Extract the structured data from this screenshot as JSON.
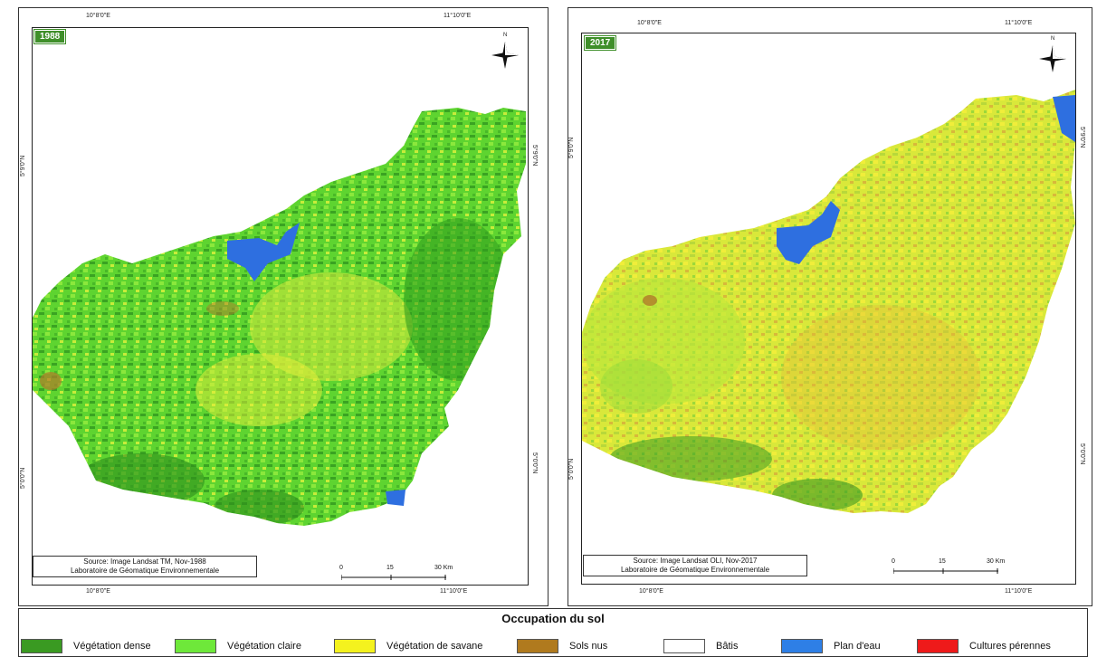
{
  "left_map": {
    "year": "1988",
    "top_coord_left": "10°8'0\"E",
    "top_coord_right": "11°10'0\"E",
    "bottom_coord_left": "10°8'0\"E",
    "bottom_coord_right": "11°10'0\"E",
    "side_coord_upper": "5°9'0\"N",
    "side_coord_lower": "5°0'0\"N",
    "source_line1": "Source: Image Landsat TM, Nov-1988",
    "source_line2": "Laboratoire de Géomatique Environnementale",
    "scale_labels": [
      "0",
      "15",
      "30 Km"
    ]
  },
  "right_map": {
    "year": "2017",
    "top_coord_left": "10°8'0\"E",
    "top_coord_right": "11°10'0\"E",
    "bottom_coord_left": "10°8'0\"E",
    "bottom_coord_right": "11°10'0\"E",
    "side_coord_upper": "5°9'0\"N",
    "side_coord_lower": "5°0'0\"N",
    "source_line1": "Source: Image Landsat OLI, Nov-2017",
    "source_line2": "Laboratoire de Géomatique Environnementale",
    "scale_labels": [
      "0",
      "15",
      "30 Km"
    ]
  },
  "north_label": "N",
  "legend": {
    "title": "Occupation du sol",
    "items": [
      {
        "label": "Végétation dense",
        "color": "#3a9a22"
      },
      {
        "label": "Végétation claire",
        "color": "#6ee83a"
      },
      {
        "label": "Végétation de savane",
        "color": "#f4f21e"
      },
      {
        "label": "Sols nus",
        "color": "#b07a1e"
      },
      {
        "label": "Bâtis",
        "color": "#ffffff"
      },
      {
        "label": "Plan d'eau",
        "color": "#2e7fe6"
      },
      {
        "label": "Cultures pérennes",
        "color": "#ee1a1a"
      }
    ]
  }
}
